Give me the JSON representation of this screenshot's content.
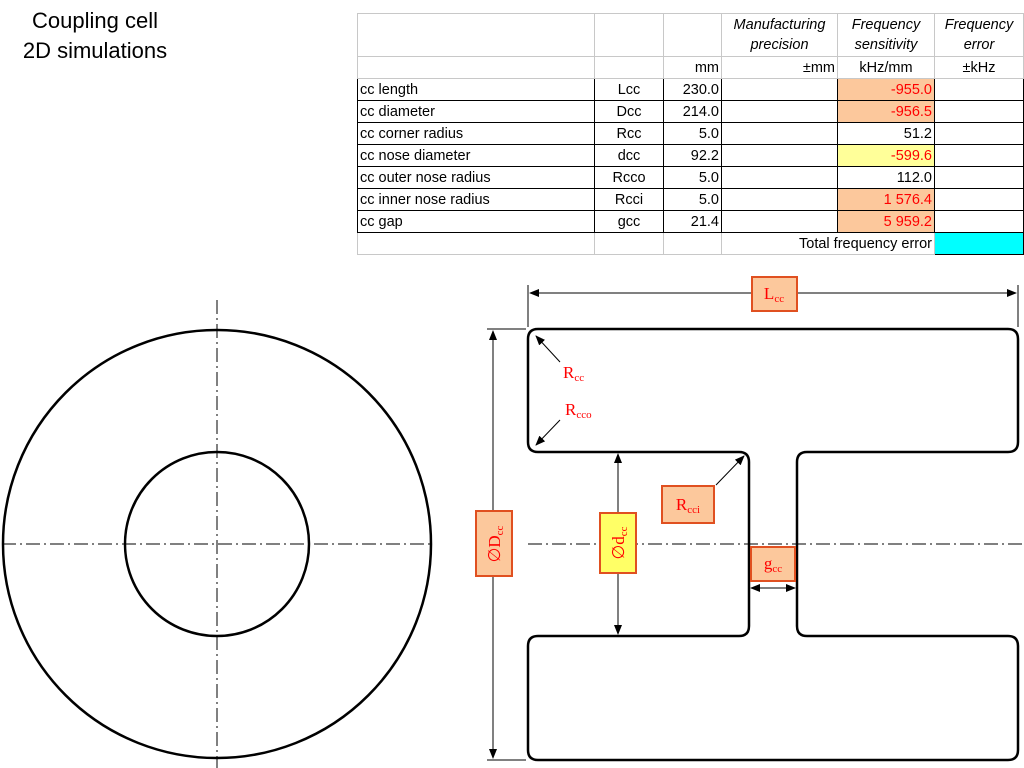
{
  "title": {
    "line1": "Coupling cell",
    "line2": "2D simulations"
  },
  "table": {
    "headers": [
      "",
      "",
      "",
      "Manufacturing precision",
      "Frequency sensitivity",
      "Frequency error"
    ],
    "header_lines": {
      "precision": [
        "Manufacturing",
        "precision"
      ],
      "sensitivity": [
        "Frequency",
        "sensitivity"
      ],
      "error": [
        "Frequency",
        "error"
      ]
    },
    "units": [
      "",
      "",
      "mm",
      "±mm",
      "kHz/mm",
      "±kHz"
    ],
    "rows": [
      {
        "name": "cc length",
        "symbol": "Lcc",
        "value": "230.0",
        "precision": "",
        "sensitivity": "-955.0",
        "error": "",
        "highlight": "orange"
      },
      {
        "name": "cc diameter",
        "symbol": "Dcc",
        "value": "214.0",
        "precision": "",
        "sensitivity": "-956.5",
        "error": "",
        "highlight": "orange"
      },
      {
        "name": "cc corner radius",
        "symbol": "Rcc",
        "value": "5.0",
        "precision": "",
        "sensitivity": "51.2",
        "error": "",
        "highlight": "none"
      },
      {
        "name": "cc nose diameter",
        "symbol": "dcc",
        "value": "92.2",
        "precision": "",
        "sensitivity": "-599.6",
        "error": "",
        "highlight": "yellow"
      },
      {
        "name": "cc outer nose radius",
        "symbol": "Rcco",
        "value": "5.0",
        "precision": "",
        "sensitivity": "112.0",
        "error": "",
        "highlight": "none"
      },
      {
        "name": "cc inner nose radius",
        "symbol": "Rcci",
        "value": "5.0",
        "precision": "",
        "sensitivity": "1 576.4",
        "error": "",
        "highlight": "orange"
      },
      {
        "name": "cc gap",
        "symbol": "gcc",
        "value": "21.4",
        "precision": "",
        "sensitivity": "5 959.2",
        "error": "",
        "highlight": "orange"
      }
    ],
    "total_label": "Total frequency error",
    "total_value": ""
  },
  "diagram": {
    "labels": {
      "Lcc": {
        "main": "L",
        "sub": "cc"
      },
      "Rcc": {
        "main": "R",
        "sub": "cc"
      },
      "Rcco": {
        "main": "R",
        "sub": "cco"
      },
      "Rcci": {
        "main": "R",
        "sub": "cci"
      },
      "Dcc": {
        "main": "∅D",
        "sub": "cc"
      },
      "dcc": {
        "main": "∅d",
        "sub": "cc"
      },
      "gcc": {
        "main": "g",
        "sub": "cc"
      }
    },
    "colors": {
      "orange_box": "#fcc89c",
      "yellow_box": "#ffff66",
      "box_border": "#e05020",
      "label_text": "#ff0000"
    }
  }
}
